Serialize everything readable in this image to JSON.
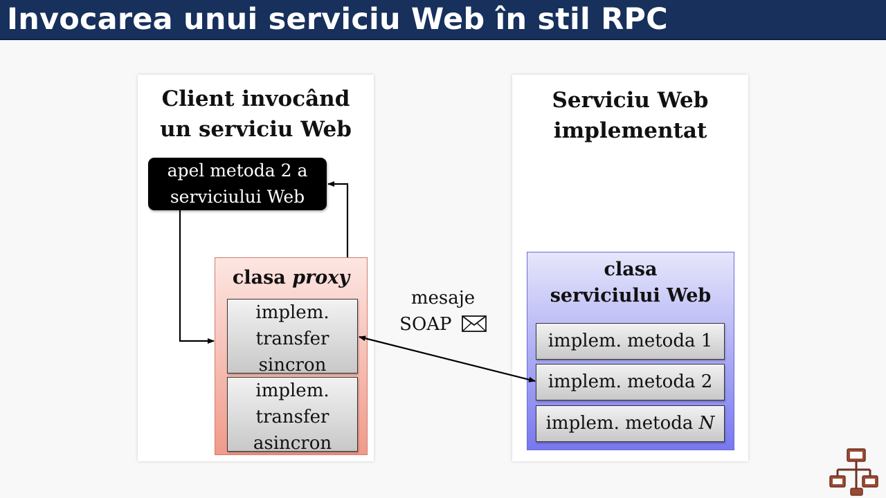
{
  "slide": {
    "title": "Invocarea unui serviciu Web în stil RPC"
  },
  "client": {
    "title_line1": "Client invocând",
    "title_line2": "un serviciu Web",
    "call_box_line1": "apel metoda 2 a",
    "call_box_line2": "serviciului Web",
    "proxy": {
      "title_prefix": "clasa",
      "title_emph": "proxy",
      "methods": [
        [
          "implem.",
          "transfer",
          "sincron"
        ],
        [
          "implem.",
          "transfer",
          "asincron"
        ]
      ]
    }
  },
  "service": {
    "title_line1": "Serviciu Web",
    "title_line2": "implementat",
    "box_title_line1": "clasa",
    "box_title_line2": "serviciului Web",
    "methods": [
      {
        "prefix": "implem. metoda ",
        "suffix": "1"
      },
      {
        "prefix": "implem. metoda ",
        "suffix": "2"
      },
      {
        "prefix": "implem. metoda ",
        "suffix": "N"
      }
    ]
  },
  "connector": {
    "label_line1": "mesaje",
    "label_line2": "SOAP"
  },
  "icons": {
    "envelope": "envelope-icon",
    "network": "network-icon"
  },
  "colors": {
    "title_bar": "#17305c",
    "proxy_top": "#fde6e2",
    "proxy_bottom": "#f09a8a",
    "service_top": "#e6e6fb",
    "service_bottom": "#7878ef",
    "network_icon": "#9a4a32"
  }
}
